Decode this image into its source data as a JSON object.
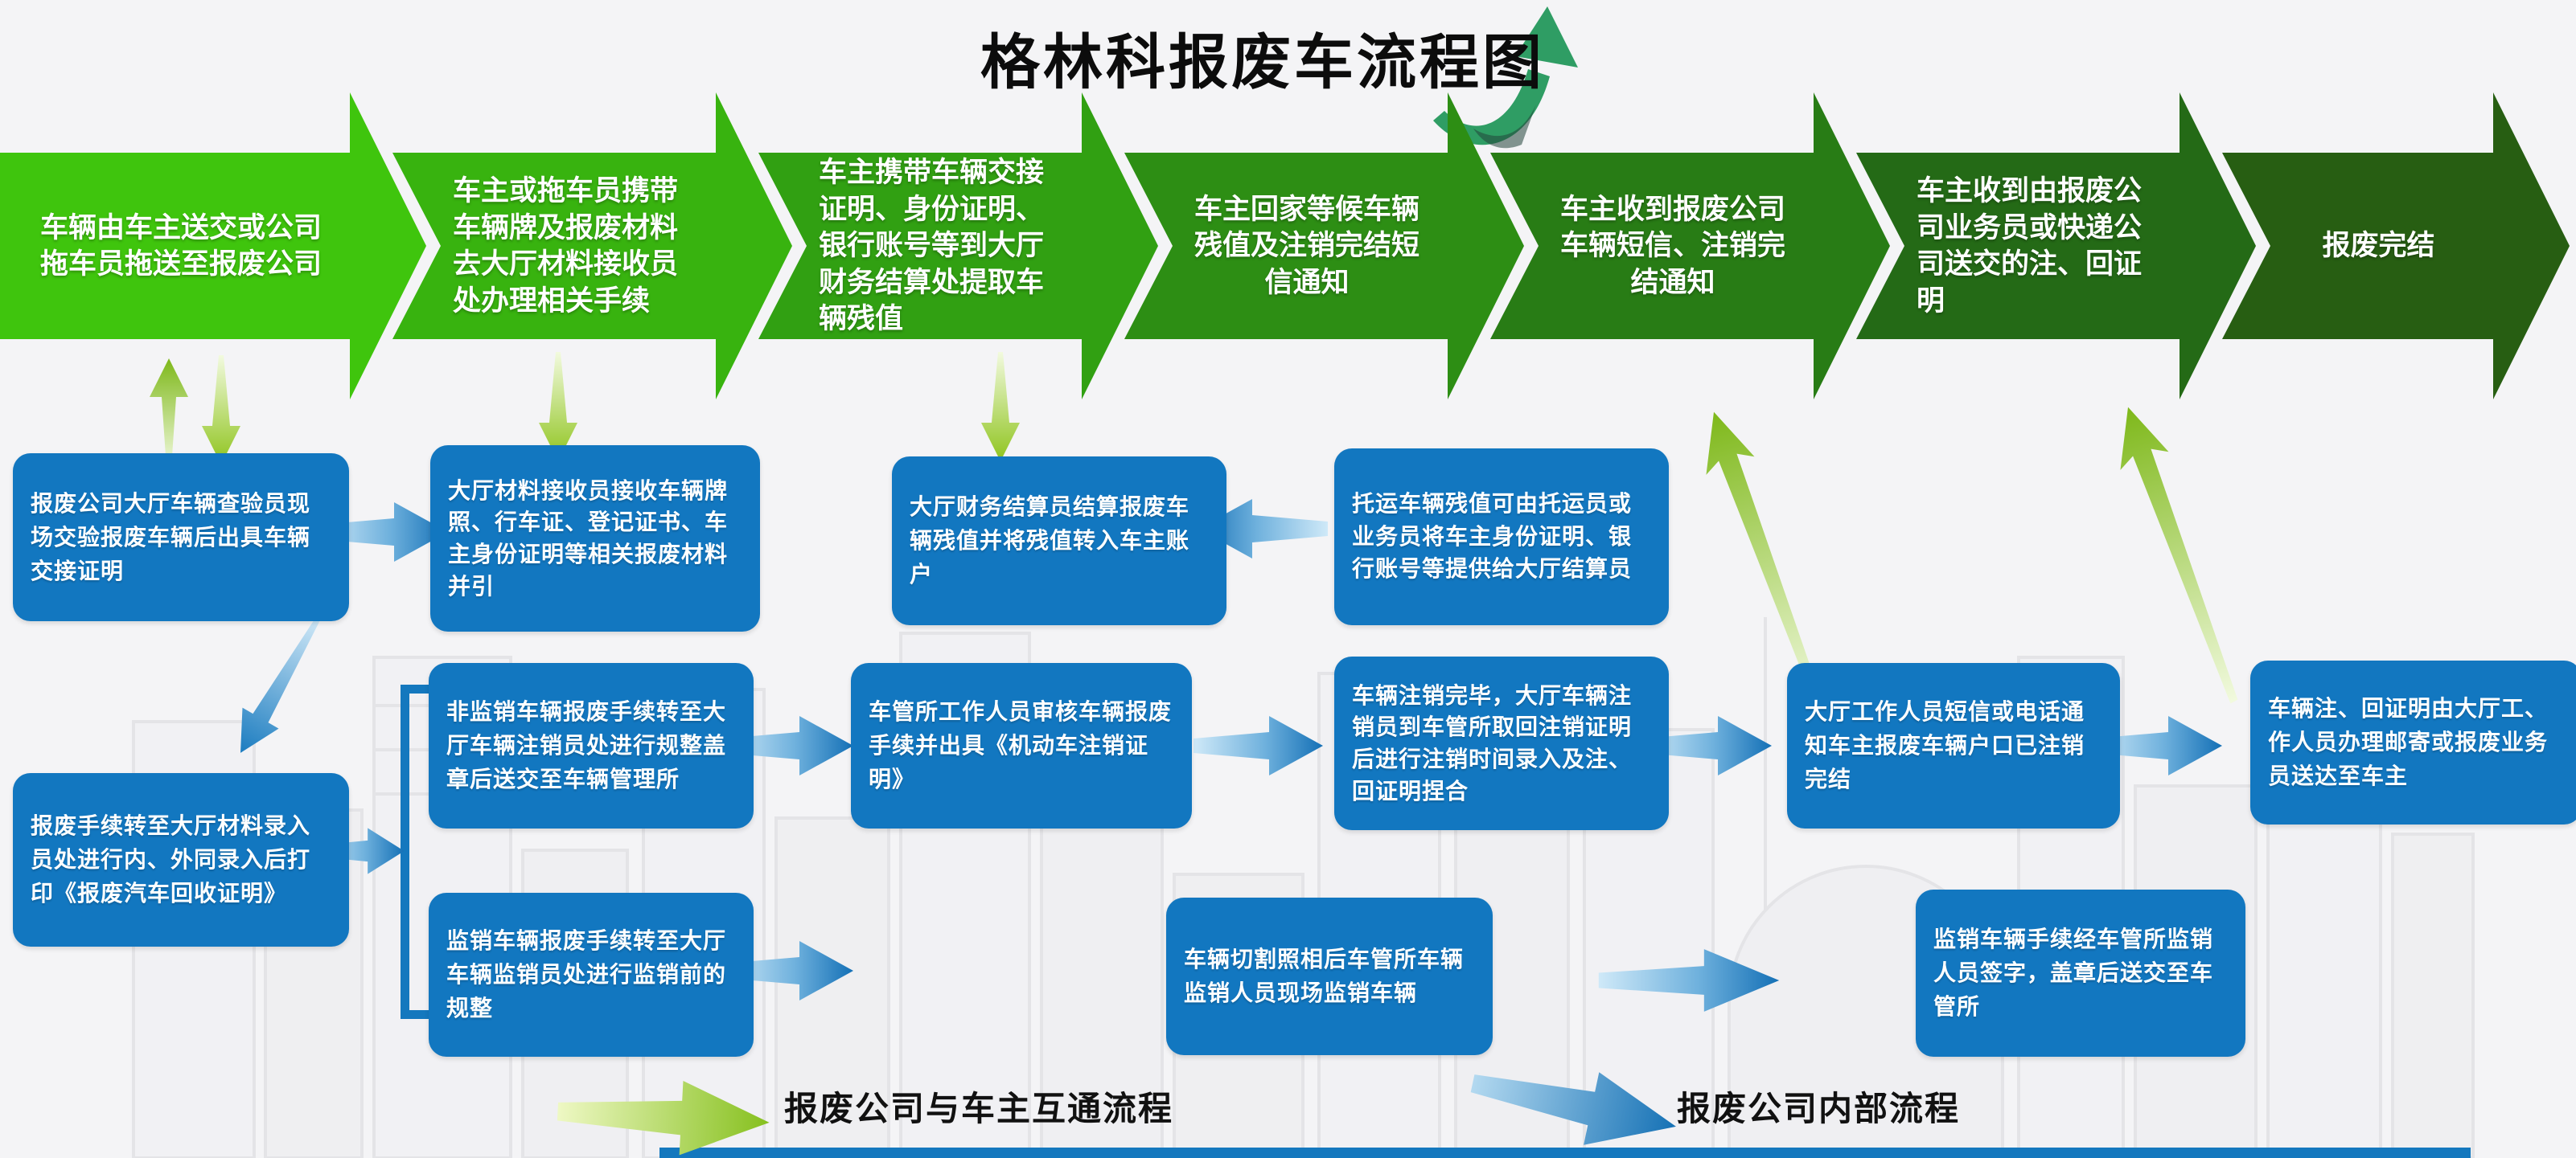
{
  "title": "格林科报废车流程图",
  "band": {
    "steps": [
      {
        "label": "车辆由车主送交或公司拖车员拖送至报废公司",
        "color": "#3fc50d"
      },
      {
        "label": "车主或拖车员携带车辆牌及报废材料去大厅材料接收员处办理相关手续",
        "color": "#38b30f"
      },
      {
        "label": "车主携带车辆交接证明、身份证明、银行账号等到大厅财务结算处提取车辆残值",
        "color": "#31a012"
      },
      {
        "label": "车主回家等候车辆残值及注销完结短信通知",
        "color": "#2d8e14"
      },
      {
        "label": "车主收到报废公司车辆短信、注销完结通知",
        "color": "#287c15"
      },
      {
        "label": "车主收到由报废公司业务员或快递公司送交的注、回证明",
        "color": "#246a16"
      },
      {
        "label": "报废完结",
        "color": "#275e12"
      }
    ]
  },
  "boxes": {
    "inspect": "报废公司大厅车辆查验员现场交验报废车辆后出具车辆交接证明",
    "receive": "大厅材料接收员接收车辆牌照、行车证、登记证书、车主身份证明等相关报废材料并引",
    "settle": "大厅财务结算员结算报废车辆残值并将残值转入车主账户",
    "consign": "托运车辆残值可由托运员或业务员将车主身份证明、银行账号等提供给大厅结算员",
    "entry": "报废手续转至大厅材料录入员处进行内、外同录入后打印《报废汽车回收证明》",
    "non_supervised": "非监销车辆报废手续转至大厅车辆注销员处进行规整盖章后送交至车辆管理所",
    "supervised": "监销车辆报废手续转至大厅车辆监销员处进行监销前的规整",
    "dmv_review": "车管所工作人员审核车辆报废手续并出具《机动车注销证明》",
    "deregister_done": "车辆注销完毕，大厅车辆注销员到车管所取回注销证明后进行注销时间录入及注、回证明捏合",
    "notify_owner": "大厅工作人员短信或电话通知车主报废车辆户口已注销完结",
    "deliver_cert": "车辆注、回证明由大厅工、作人员办理邮寄或报废业务员送达至车主",
    "cutting": "车辆切割照相后车管所车辆监销人员现场监销车辆",
    "supervise_sign": "监销车辆手续经车管所监销人员签字，盖章后送交至车管所"
  },
  "legend": {
    "external": "报废公司与车主互通流程",
    "internal": "报废公司内部流程"
  },
  "colors": {
    "box_blue": "#1277c0",
    "connector_blue_light": "#cfe9f8",
    "connector_blue_dark": "#1470b6",
    "feedback_green_light": "#f2fadf",
    "feedback_green_dark": "#8fc41e",
    "title_swoosh_green": "#2f9d64",
    "background": "#f4f4f6"
  }
}
